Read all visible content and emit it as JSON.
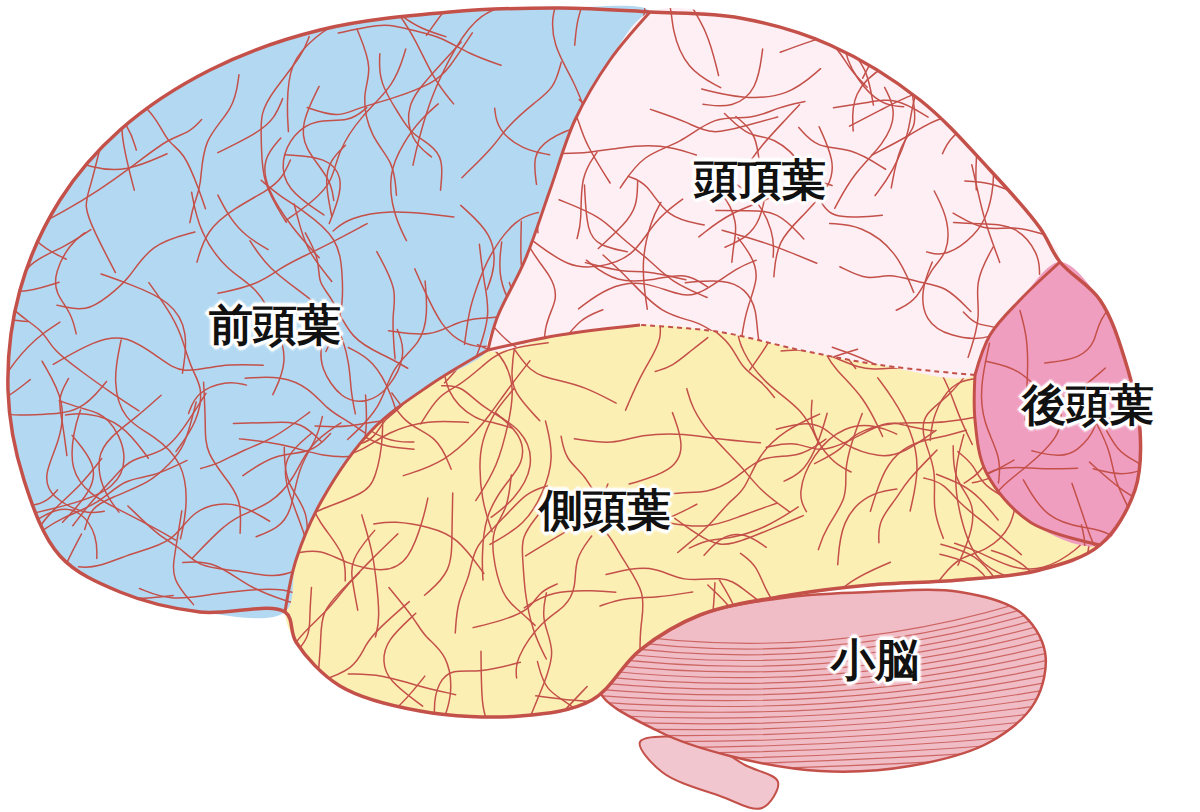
{
  "diagram": {
    "labels": [
      "前頭葉",
      "頭頂葉",
      "後頭葉",
      "側頭葉",
      "小脳"
    ]
  }
}
